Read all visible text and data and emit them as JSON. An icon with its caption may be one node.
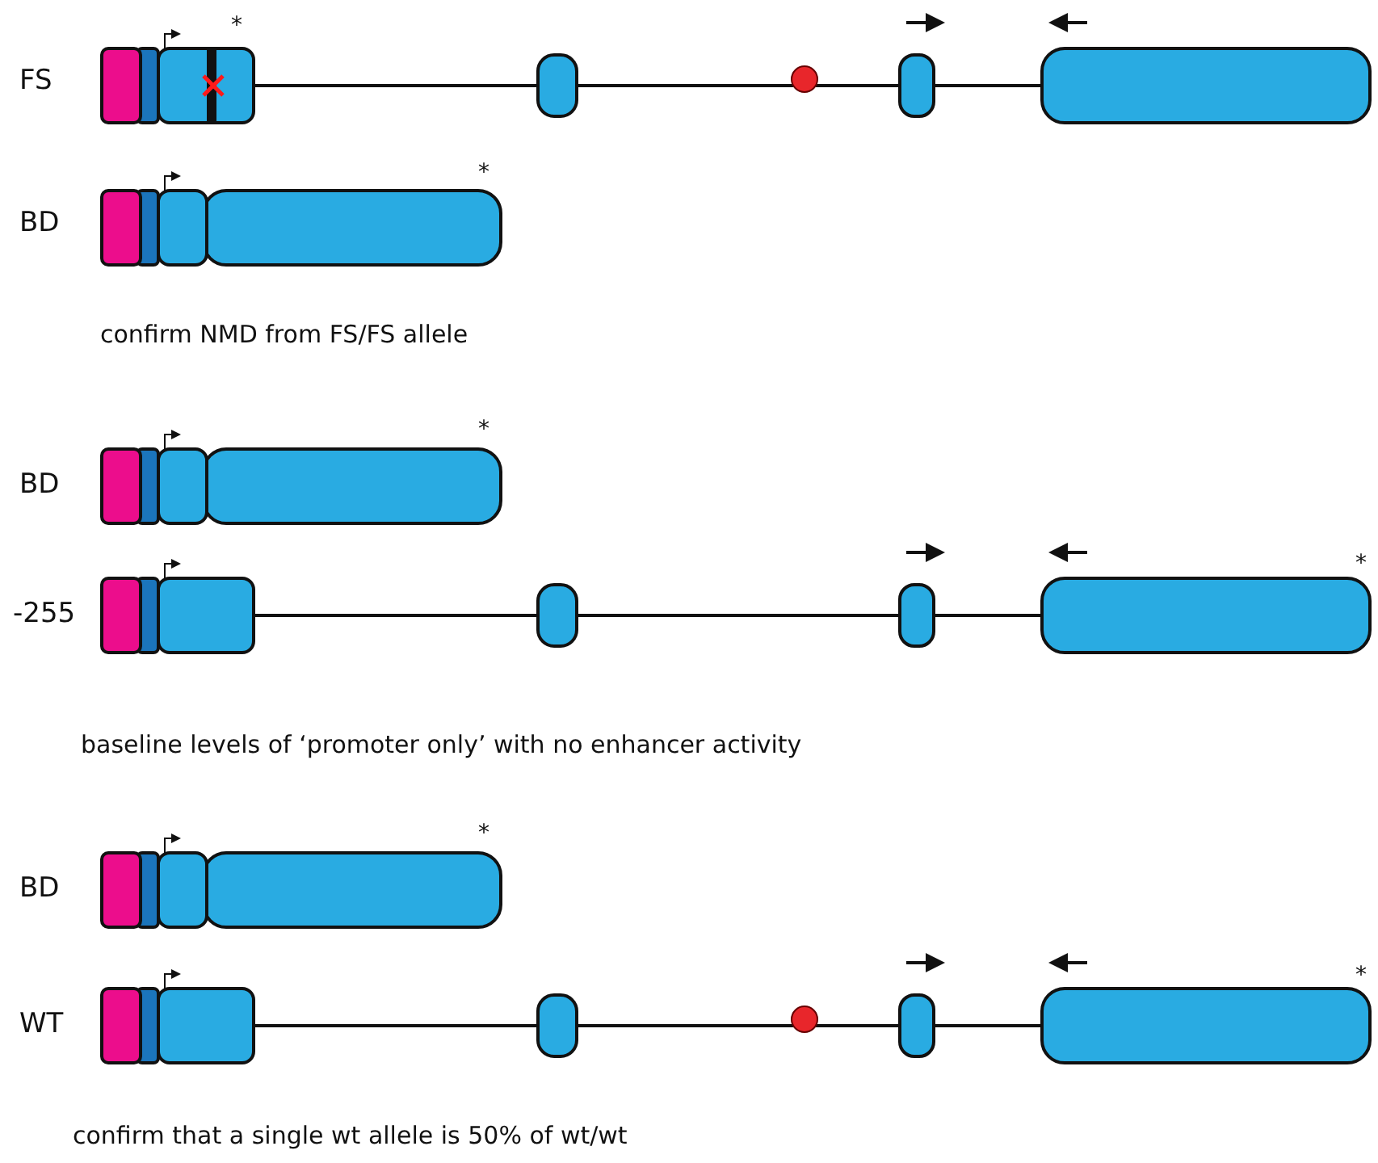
{
  "diagram": {
    "labels": [
      "*",
      "FS",
      "*",
      "BD",
      "confirm NMD from FS/FS allele",
      "*",
      "BD",
      "*",
      "-255",
      "baseline levels of ‘promoter only’ with no enhancer activity",
      "*",
      "BD",
      "*",
      "WT",
      "confirm that a single wt allele is 50% of wt/wt"
    ]
  }
}
